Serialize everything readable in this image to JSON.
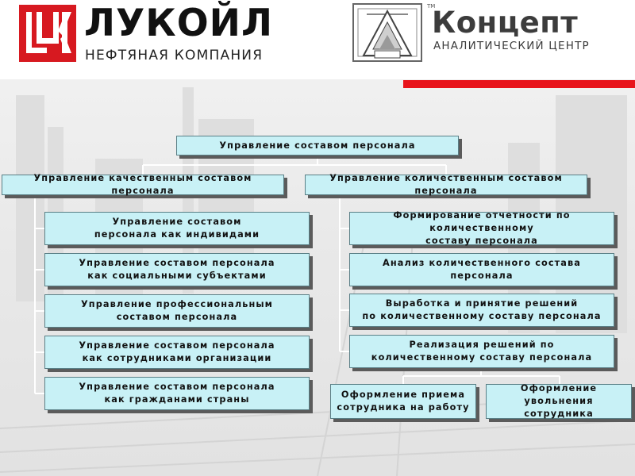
{
  "header": {
    "lukoil": {
      "name": "ЛУКОЙЛ",
      "subtitle": "НЕФТЯНАЯ КОМПАНИЯ",
      "emblem_letters": "LUK",
      "brand_color": "#d71920"
    },
    "koncept": {
      "name": "Концепт",
      "subtitle": "АНАЛИТИЧЕСКИЙ ЦЕНТР",
      "trademark": "TM",
      "emblem_label": "Концепт"
    },
    "accent_bar_color": "#e8141b"
  },
  "diagram": {
    "root": "Управление составом персонала",
    "branches": [
      {
        "title": "Управление качественным составом персонала",
        "children": [
          "Управление составом\nперсонала как индивидами",
          "Управление составом персонала\nкак социальными субъектами",
          "Управление профессиональным\nсоставом персонала",
          "Управление составом персонала\nкак сотрудниками организации",
          "Управление составом персонала\nкак гражданами страны"
        ]
      },
      {
        "title": "Управление количественным составом персонала",
        "children": [
          "Формирование отчетности по количественному\nсоставу персонала",
          "Анализ количественного состава\nперсонала",
          "Выработка и принятие решений\nпо количественному составу персонала",
          "Реализация решений по\nколичественному составу персонала"
        ],
        "sub_children": [
          "Оформление приема\nсотрудника на работу",
          "Оформление увольнения\nсотрудника"
        ]
      }
    ],
    "colors": {
      "box_fill": "#c8f1f6",
      "box_border": "#5a7f86",
      "shadow": "#5b5b5b",
      "connector": "#ffffff"
    }
  }
}
